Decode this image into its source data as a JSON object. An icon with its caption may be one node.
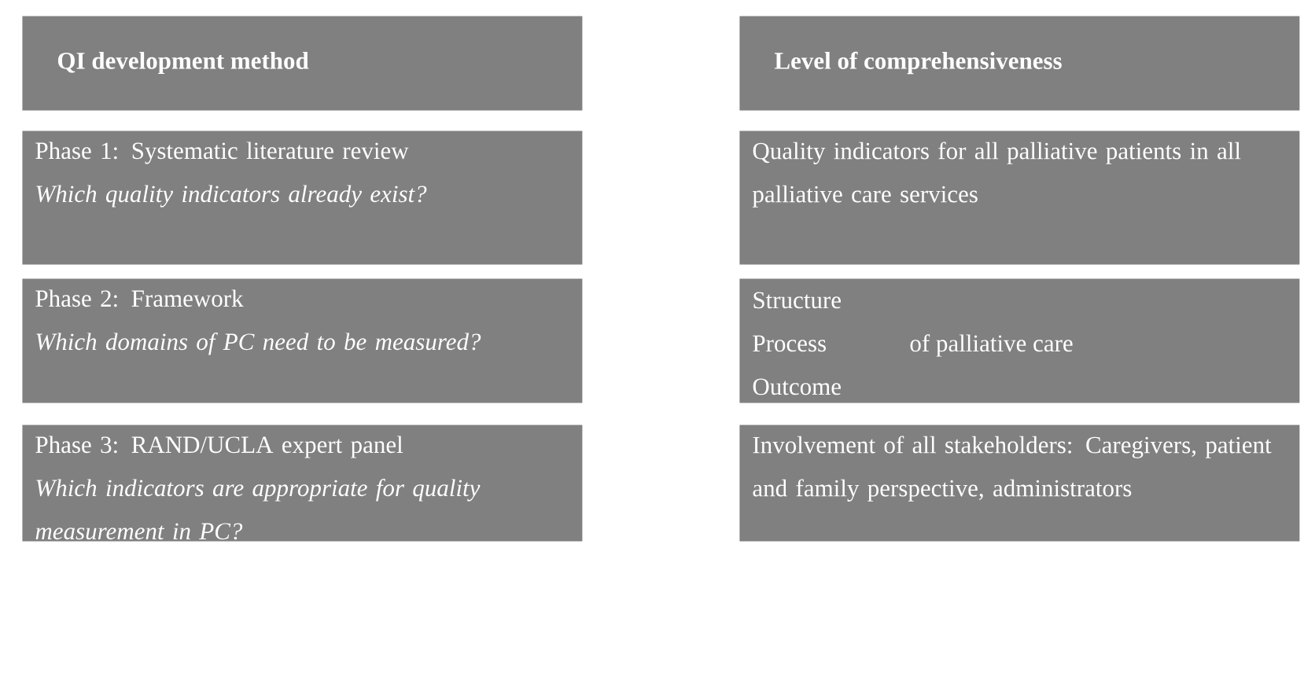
{
  "diagram": {
    "nodes": [
      {
        "text": [
          "QI development method"
        ]
      },
      {
        "text": [
          "Level of comprehensiveness"
        ]
      },
      {
        "text": [
          "Phase 1: Systematic literature review",
          "Which quality indicators already exist?"
        ]
      },
      {
        "text": [
          "Quality indicators for all palliative patients in all palliative care services"
        ]
      },
      {
        "text": [
          "Phase 2:  Framework",
          "Which domains of PC need to be measured?"
        ]
      },
      {
        "text": [
          "Structure",
          "Process",
          "Outcome",
          "of palliative care"
        ]
      },
      {
        "text": [
          "Phase 3: RAND/UCLA expert panel",
          "Which indicators are appropriate for quality measurement in PC?"
        ]
      },
      {
        "text": [
          "Involvement of all stakeholders: Caregivers, patient and family perspective, administrators"
        ]
      }
    ]
  }
}
